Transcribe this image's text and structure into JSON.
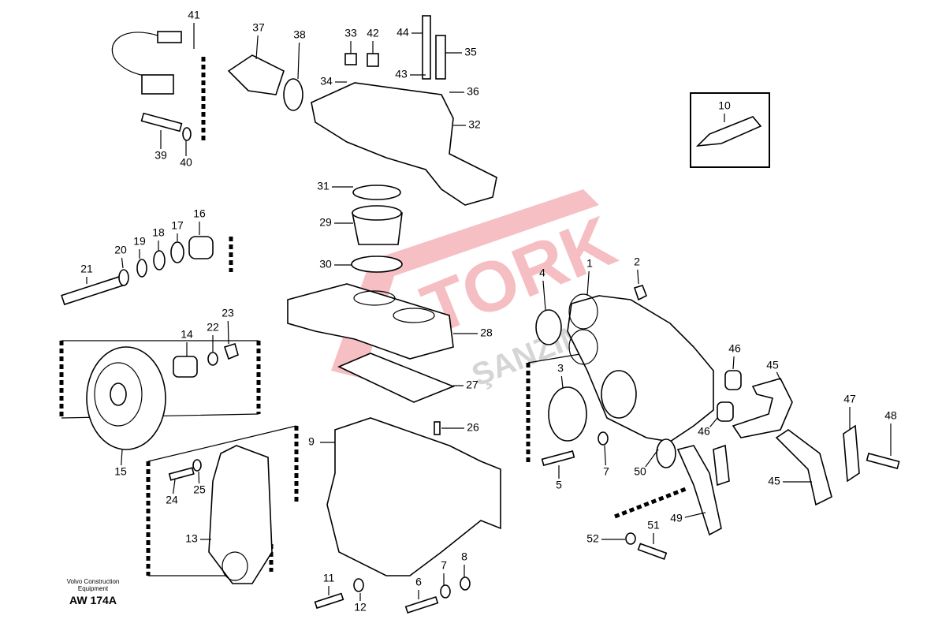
{
  "diagram": {
    "title_block": {
      "company_line1": "Volvo Construction",
      "company_line2": "Equipment",
      "drawing_code": "AW 174A"
    },
    "watermark": "VITORK ŞANZIMAN",
    "callouts": [
      "41",
      "37",
      "38",
      "33",
      "42",
      "44",
      "35",
      "34",
      "43",
      "36",
      "32",
      "39",
      "40",
      "10",
      "31",
      "29",
      "30",
      "16",
      "17",
      "18",
      "19",
      "20",
      "21",
      "1",
      "2",
      "4",
      "28",
      "14",
      "22",
      "23",
      "46",
      "45",
      "3",
      "27",
      "47",
      "48",
      "26",
      "9",
      "46",
      "15",
      "5",
      "7",
      "50",
      "45",
      "24",
      "25",
      "13",
      "49",
      "51",
      "52",
      "11",
      "7",
      "8",
      "6",
      "12"
    ]
  }
}
